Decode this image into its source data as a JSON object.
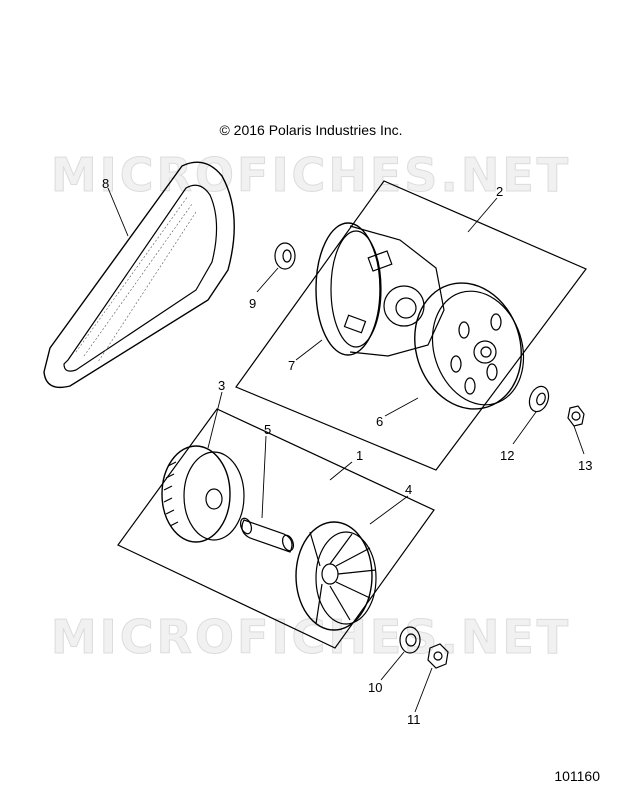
{
  "copyright": "© 2016 Polaris Industries Inc.",
  "document_number": "101160",
  "watermarks": [
    "MICROFICHES.NET",
    "MICROFICHES.NET"
  ],
  "callouts": [
    {
      "id": "1",
      "label": "1",
      "part": "drive-clutch-assembly"
    },
    {
      "id": "2",
      "label": "2",
      "part": "driven-clutch-assembly"
    },
    {
      "id": "3",
      "label": "3",
      "part": "fixed-sheave"
    },
    {
      "id": "4",
      "label": "4",
      "part": "moveable-sheave-fan"
    },
    {
      "id": "5",
      "label": "5",
      "part": "bushing-sleeve"
    },
    {
      "id": "6",
      "label": "6",
      "part": "clutch-bell"
    },
    {
      "id": "7",
      "label": "7",
      "part": "driven-clutch"
    },
    {
      "id": "8",
      "label": "8",
      "part": "drive-belt"
    },
    {
      "id": "9",
      "label": "9",
      "part": "washer"
    },
    {
      "id": "10",
      "label": "10",
      "part": "washer"
    },
    {
      "id": "11",
      "label": "11",
      "part": "nut"
    },
    {
      "id": "12",
      "label": "12",
      "part": "washer"
    },
    {
      "id": "13",
      "label": "13",
      "part": "nut"
    }
  ]
}
